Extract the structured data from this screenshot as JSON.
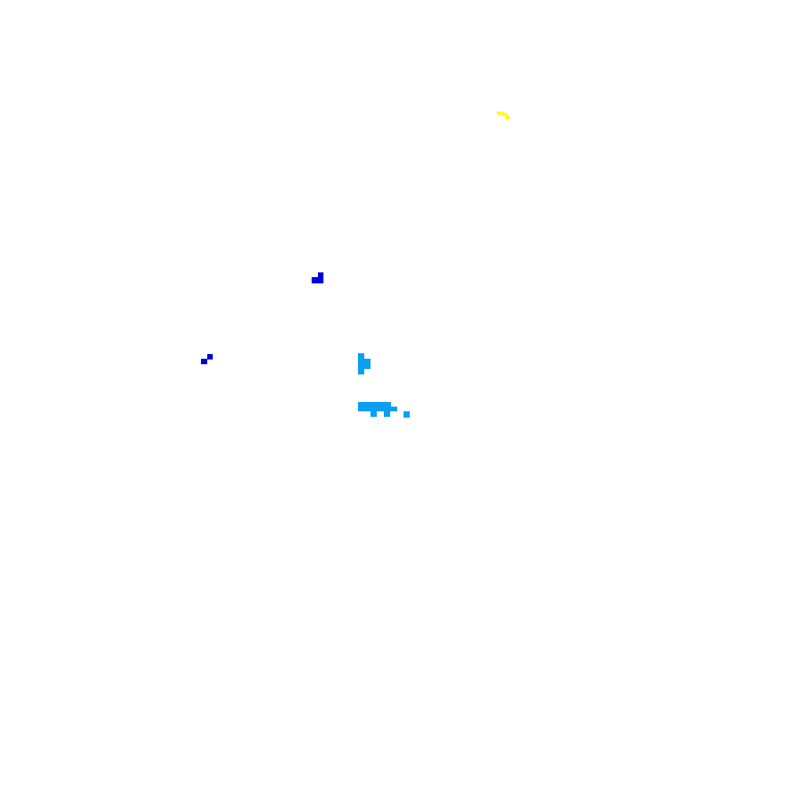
{
  "scene": {
    "background_color": "#ffffff",
    "sprites": [
      {
        "name": "yellow-hook-sprite",
        "color": "#ffff00"
      },
      {
        "name": "blue-boot-sprite",
        "color": "#0000dd"
      },
      {
        "name": "blue-step-sprite",
        "color": "#0000dd"
      },
      {
        "name": "cyan-flag-sprite",
        "color": "#0a9ff0"
      },
      {
        "name": "cyan-boat-sprite",
        "color": "#0a9ff0"
      }
    ]
  }
}
